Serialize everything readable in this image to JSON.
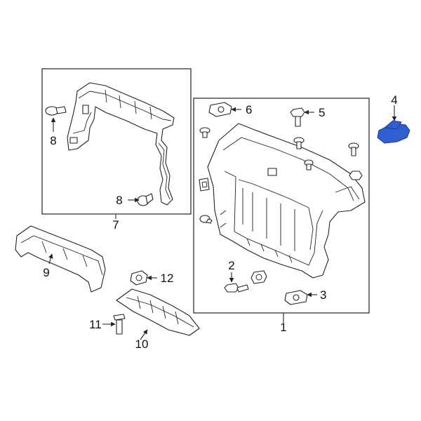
{
  "callouts": {
    "c1": "1",
    "c2": "2",
    "c3": "3",
    "c4": "4",
    "c5": "5",
    "c6": "6",
    "c7": "7",
    "c8a": "8",
    "c8b": "8",
    "c9": "9",
    "c10": "10",
    "c11": "11",
    "c12": "12"
  },
  "highlight_color": "#2f5fd0"
}
